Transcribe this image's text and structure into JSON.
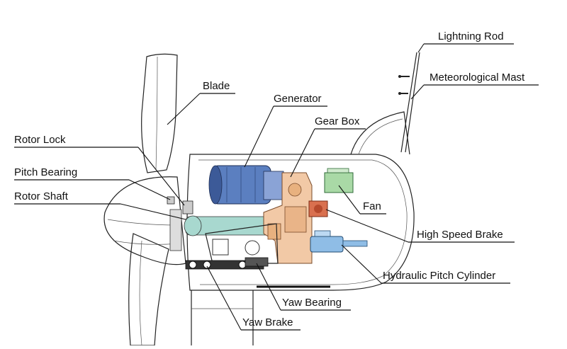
{
  "labels": {
    "lightning_rod": "Lightning Rod",
    "meteorological_mast": "Meteorological Mast",
    "blade": "Blade",
    "generator": "Generator",
    "gear_box": "Gear Box",
    "rotor_lock": "Rotor Lock",
    "pitch_bearing": "Pitch Bearing",
    "rotor_shaft": "Rotor Shaft",
    "fan": "Fan",
    "high_speed_brake": "High Speed Brake",
    "hydraulic_pitch_cylinder": "Hydraulic Pitch Cylinder",
    "yaw_bearing": "Yaw Bearing",
    "yaw_brake": "Yaw Brake"
  },
  "colors": {
    "generator_blue": "#5b7fc0",
    "gearbox_peach": "#f2c9a6",
    "fan_green": "#a9d9a6",
    "brake_red": "#d9704f",
    "cylinder_blue": "#8fbde6",
    "shaft_teal": "#a8d8cf"
  }
}
